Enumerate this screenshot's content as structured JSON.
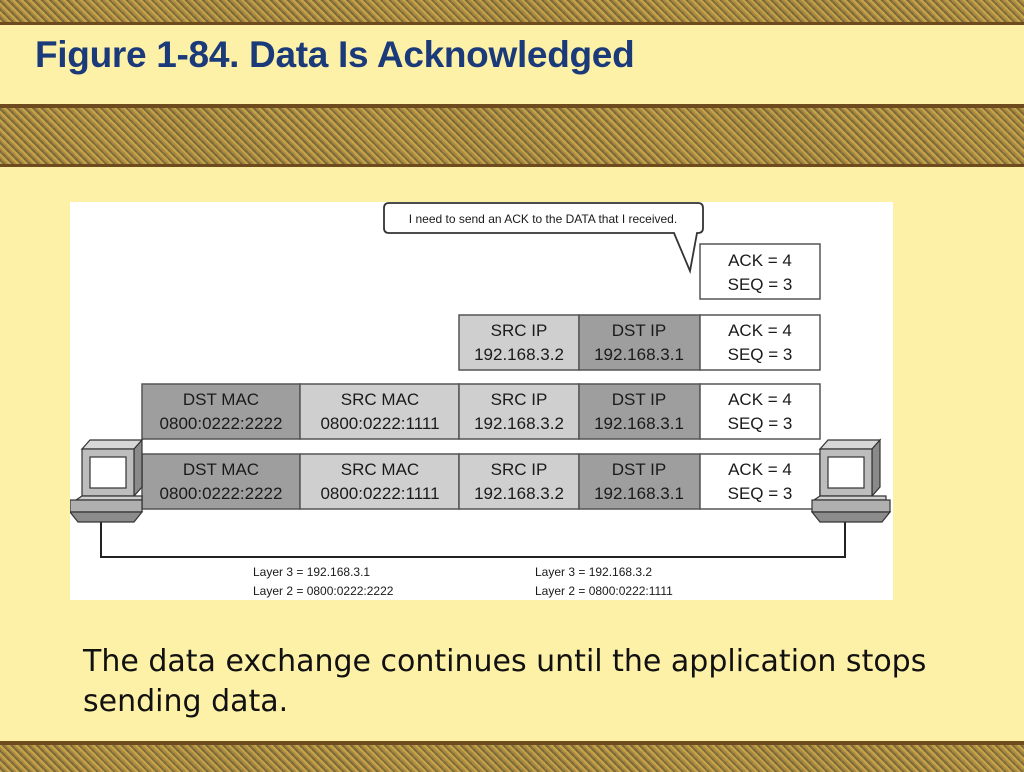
{
  "slide": {
    "title": "Figure 1-84. Data Is Acknowledged",
    "caption": "The data exchange continues until the application stops sending data."
  },
  "diagram": {
    "callout": "I need to send an ACK to the DATA that I received.",
    "segment": {
      "ack": "ACK = 4",
      "seq": "SEQ = 3"
    },
    "packet": {
      "src_ip_label": "SRC IP",
      "src_ip_value": "192.168.3.2",
      "dst_ip_label": "DST IP",
      "dst_ip_value": "192.168.3.1",
      "ack": "ACK = 4",
      "seq": "SEQ = 3"
    },
    "frames": [
      {
        "dst_mac_label": "DST MAC",
        "dst_mac_value": "0800:0222:2222",
        "src_mac_label": "SRC MAC",
        "src_mac_value": "0800:0222:1111",
        "src_ip_label": "SRC IP",
        "src_ip_value": "192.168.3.2",
        "dst_ip_label": "DST IP",
        "dst_ip_value": "192.168.3.1",
        "ack": "ACK = 4",
        "seq": "SEQ = 3"
      },
      {
        "dst_mac_label": "DST MAC",
        "dst_mac_value": "0800:0222:2222",
        "src_mac_label": "SRC MAC",
        "src_mac_value": "0800:0222:1111",
        "src_ip_label": "SRC IP",
        "src_ip_value": "192.168.3.2",
        "dst_ip_label": "DST IP",
        "dst_ip_value": "192.168.3.1",
        "ack": "ACK = 4",
        "seq": "SEQ = 3"
      }
    ],
    "left_host": {
      "layer3": "Layer 3 = 192.168.3.1",
      "layer2": "Layer 2 = 0800:0222:2222"
    },
    "right_host": {
      "layer3": "Layer 3 = 192.168.3.2",
      "layer2": "Layer 2 = 0800:0222:1111"
    },
    "colors": {
      "dark_cell": "#9e9e9e",
      "light_cell": "#cfcfcf",
      "white_cell": "#ffffff",
      "border": "#555555"
    }
  }
}
